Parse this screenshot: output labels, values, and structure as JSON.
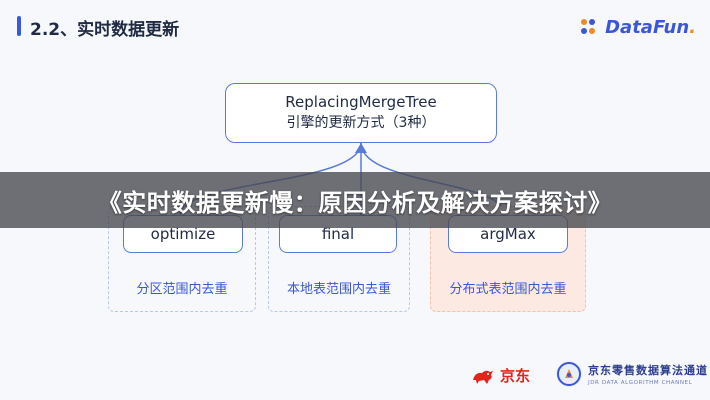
{
  "header": {
    "title": "2.2、实时数据更新",
    "logo": {
      "text_main": "DataFun",
      "text_dot": ".",
      "icon": "datafun-logo-icon"
    }
  },
  "diagram": {
    "root": {
      "line1": "ReplacingMergeTree",
      "line2": "引擎的更新方式（3种）"
    },
    "groups": [
      {
        "engine": "optimize",
        "caption": "分区范围内去重",
        "highlight": false
      },
      {
        "engine": "final",
        "caption": "本地表范围内去重",
        "highlight": false
      },
      {
        "engine": "argMax",
        "caption": "分布式表范围内去重",
        "highlight": true
      }
    ]
  },
  "banner": {
    "text": "《实时数据更新慢：原因分析及解决方案探讨》"
  },
  "footer": {
    "jd": {
      "text": "京东",
      "icon": "jd-dog-icon"
    },
    "jdr": {
      "main": "京东零售数据算法通道",
      "sub": "JDR DATA ALGORITHM CHANNEL",
      "icon": "jdr-channel-icon"
    }
  },
  "colors": {
    "accent": "#3a5bd9",
    "box_border": "#5b7bd8",
    "highlight_bg": "#fbe9e2",
    "jd_red": "#e1251b"
  }
}
